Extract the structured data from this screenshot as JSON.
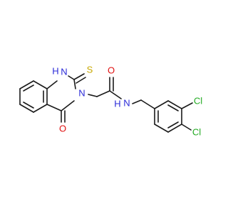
{
  "atoms": {
    "nh_ring": "H",
    "n1": "N",
    "s": "S",
    "n3": "N",
    "o_ring": "O",
    "o_amide": "O",
    "n_amide": "N",
    "h_amide": "H",
    "cl_top": "Cl",
    "cl_bottom": "Cl"
  },
  "colors": {
    "bond": "#1a1a1a",
    "nitrogen": "#2a2ad8",
    "oxygen": "#e01010",
    "sulfur": "#c8a800",
    "chlorine": "#22aa22",
    "text_default": "#1a1a1a"
  }
}
